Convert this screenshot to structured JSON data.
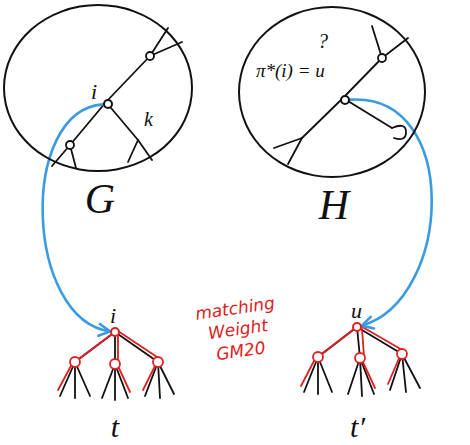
{
  "diagram": {
    "nodes": [
      {
        "text": [
          "G"
        ]
      },
      {
        "text": [
          "i"
        ],
        "in": 0
      },
      {
        "text": [
          "H"
        ]
      },
      {
        "text": [
          "π*(i) = u",
          "?"
        ],
        "in": 2
      },
      {
        "text": [
          "t"
        ]
      },
      {
        "text": [
          "i"
        ],
        "in": 4
      },
      {
        "text": [
          "t′"
        ]
      },
      {
        "text": [
          "u"
        ],
        "in": 6
      }
    ],
    "edges": [
      {
        "from": 1,
        "to": 5,
        "arrow": "to"
      },
      {
        "from": 3,
        "to": 7,
        "arrow": "to"
      }
    ],
    "labels": [
      "k",
      "matching Weight GM20"
    ]
  }
}
